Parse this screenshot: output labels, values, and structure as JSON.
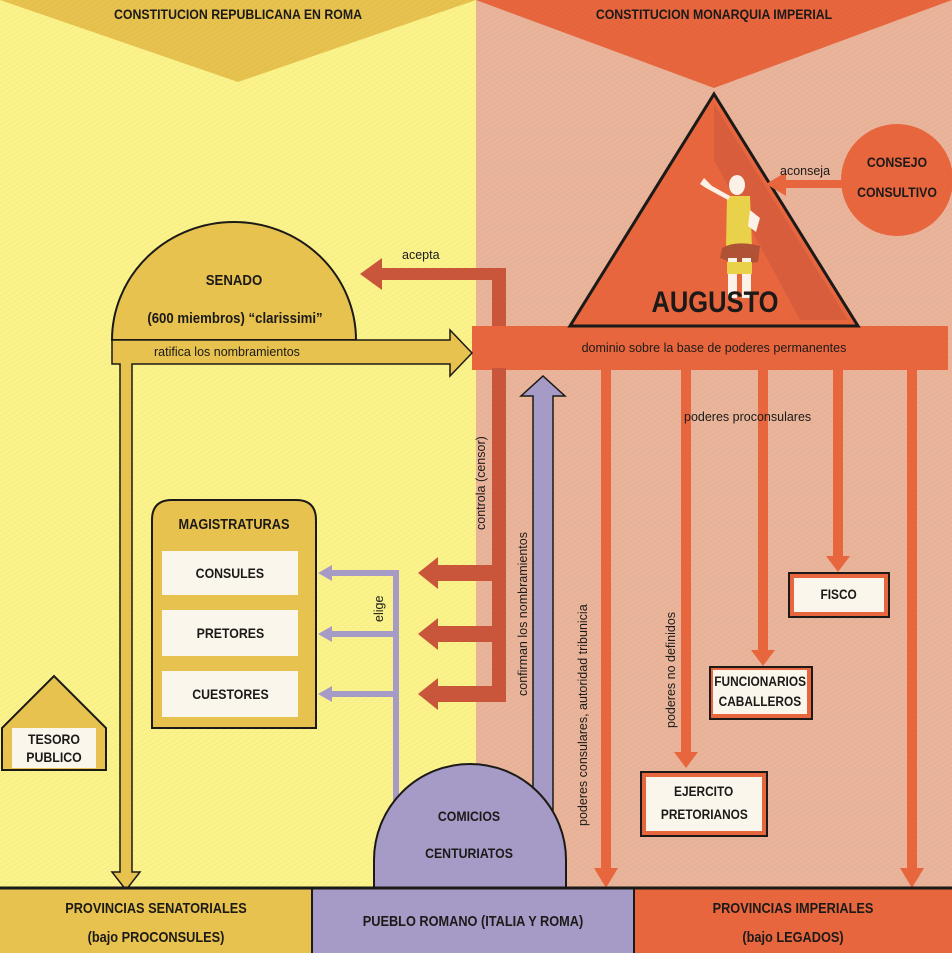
{
  "colors": {
    "republic_bg": "#fbf38a",
    "republic_accent": "#e7c24f",
    "empire_bg": "#e9b49a",
    "empire_accent": "#e8663e",
    "empire_dark_arrow": "#c9553a",
    "people": "#a69ac6",
    "outline": "#1c1a18",
    "box_fill": "#fbf6ec"
  },
  "headers": {
    "republic": "CONSTITUCION REPUBLICANA EN ROMA",
    "empire": "CONSTITUCION MONARQUIA IMPERIAL"
  },
  "augusto": {
    "name": "AUGUSTO",
    "base_label": "dominio sobre la base de poderes permanentes",
    "figure_icon": "emperor-figure-icon"
  },
  "consejo": {
    "line1": "CONSEJO",
    "line2": "CONSULTIVO",
    "arrow_label": "aconseja"
  },
  "senado": {
    "title": "SENADO",
    "subtitle": "(600 miembros) “clarissimi”",
    "ratifica_label": "ratifica los nombramientos",
    "acepta_label": "acepta"
  },
  "magistraturas": {
    "title": "MAGISTRATURAS",
    "items": [
      "CONSULES",
      "PRETORES",
      "CUESTORES"
    ],
    "elige_label": "elige"
  },
  "tesoro": {
    "line1": "TESORO",
    "line2": "PUBLICO"
  },
  "comicios": {
    "line1": "COMICIOS",
    "line2": "CENTURIATOS"
  },
  "arrow_labels": {
    "controla": "controla (censor)",
    "confirman": "confirman los nombramientos",
    "consulares": "poderes consulares, autoridad tribunicia",
    "no_definidos": "poderes no definidos",
    "proconsulares": "poderes proconsulares"
  },
  "imperial_boxes": {
    "fisco": [
      "FISCO"
    ],
    "funcionarios": [
      "FUNCIONARIOS",
      "CABALLEROS"
    ],
    "ejercito": [
      "EJERCITO",
      "PRETORIANOS"
    ]
  },
  "bottom": {
    "senatoriales": {
      "line1": "PROVINCIAS SENATORIALES",
      "line2": "(bajo PROCONSULES)"
    },
    "pueblo": {
      "line1": "PUEBLO ROMANO (ITALIA Y ROMA)"
    },
    "imperiales": {
      "line1": "PROVINCIAS IMPERIALES",
      "line2": "(bajo LEGADOS)"
    }
  }
}
